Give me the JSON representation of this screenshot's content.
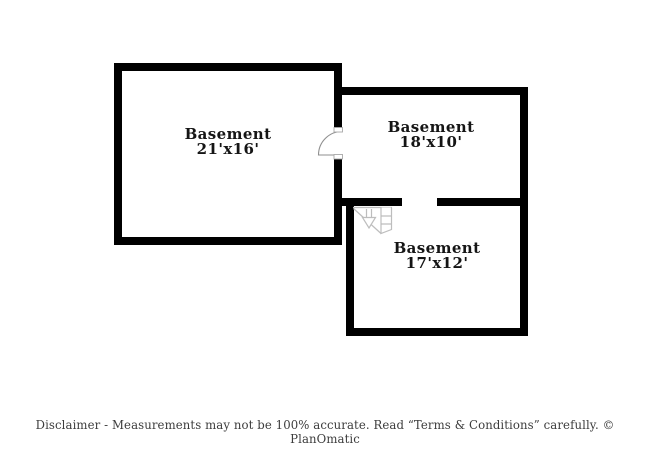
{
  "floorplan": {
    "rooms": [
      {
        "id": "basement-large",
        "name": "Basement",
        "dimensions": "21'x16'"
      },
      {
        "id": "basement-upper",
        "name": "Basement",
        "dimensions": "18'x10'"
      },
      {
        "id": "basement-lower",
        "name": "Basement",
        "dimensions": "17'x12'"
      }
    ],
    "symbols": [
      {
        "icon": "door-swing-icon"
      },
      {
        "icon": "stairs-icon"
      }
    ]
  },
  "footer": {
    "disclaimer": "Disclaimer - Measurements may not be 100% accurate. Read “Terms & Conditions” carefully. © PlanOmatic"
  },
  "colors": {
    "wall": "#000000",
    "background": "#ffffff",
    "room_text": "#151515",
    "disclaimer_text": "#3c3c3c",
    "door_stroke": "#8f8f8f",
    "stairs_stroke": "#bdbdbd"
  }
}
